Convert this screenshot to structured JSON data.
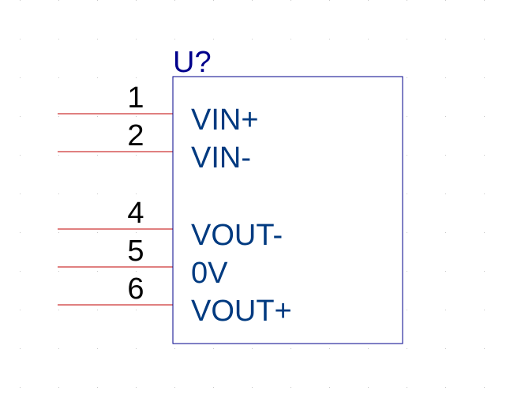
{
  "component": {
    "designator": "U?",
    "pins": [
      {
        "number": "1",
        "name": "VIN+"
      },
      {
        "number": "2",
        "name": "VIN-"
      },
      {
        "number": "4",
        "name": "VOUT-"
      },
      {
        "number": "5",
        "name": "0V"
      },
      {
        "number": "6",
        "name": "VOUT+"
      }
    ]
  },
  "colors": {
    "designator": "#00008b",
    "body_outline": "#00008b",
    "pin_line": "#c00000",
    "pin_number": "#000000",
    "pin_name": "#003a80",
    "grid_dot": "#c8c8c8"
  }
}
